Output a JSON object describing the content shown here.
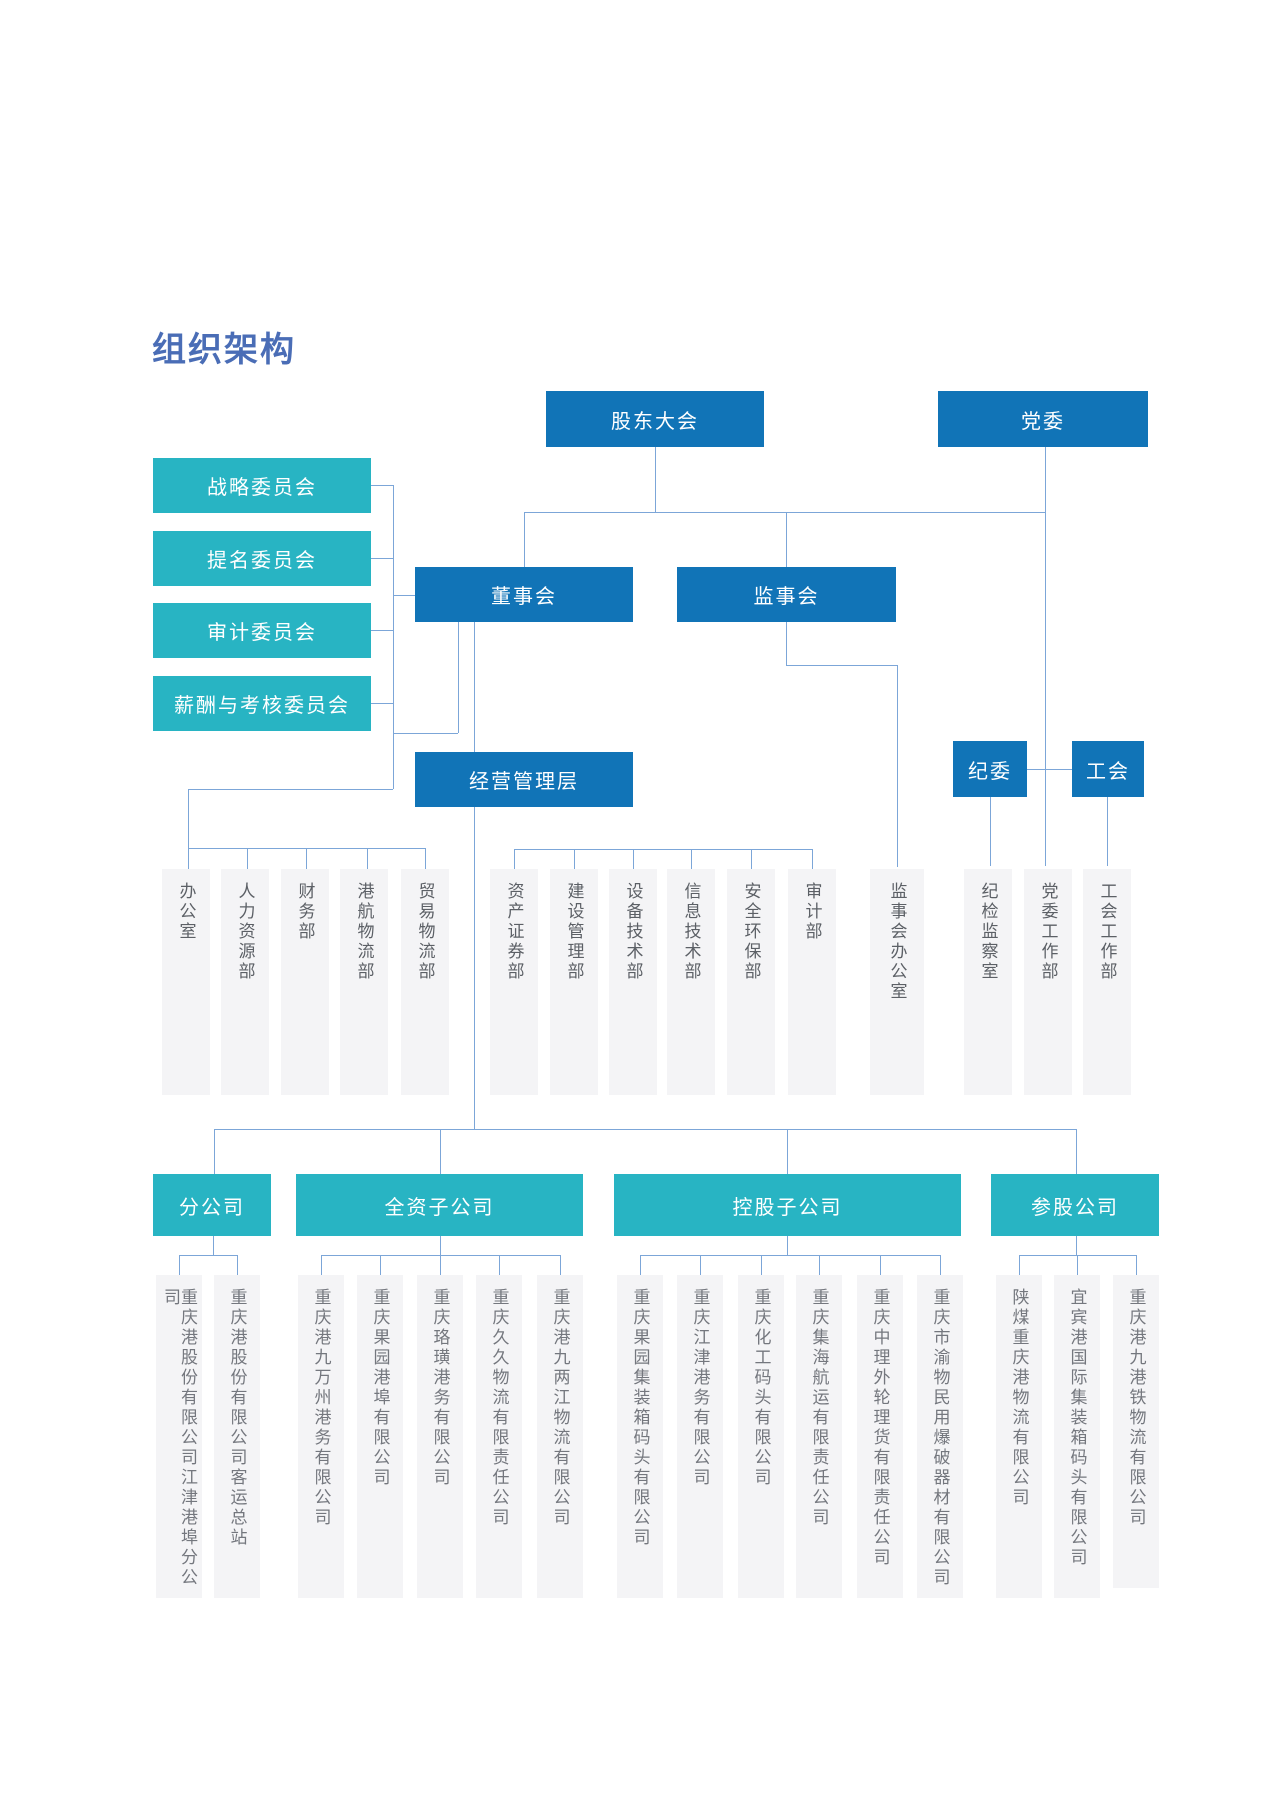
{
  "page": {
    "title": "组织架构"
  },
  "colors": {
    "box_dark_blue": "#1174b7",
    "box_teal": "#28b4c3",
    "line_blue": "#7ca6d8",
    "title_blue": "#4a6db6",
    "column_bg": "#f4f4f6",
    "dept_text": "#5c6066",
    "company_text": "#74777e"
  },
  "org": {
    "top": {
      "shareholders": "股东大会",
      "party": "党委"
    },
    "committees": [
      "战略委员会",
      "提名委员会",
      "审计委员会",
      "薪酬与考核委员会"
    ],
    "governance": {
      "board": "董事会",
      "supervisory": "监事会",
      "management": "经营管理层",
      "discipline": "纪委",
      "union": "工会"
    },
    "departments": {
      "management_left": [
        "办公室",
        "人力资源部",
        "财务部",
        "港航物流部",
        "贸易物流部"
      ],
      "management_right": [
        "资产证券部",
        "建设管理部",
        "设备技术部",
        "信息技术部",
        "安全环保部",
        "审计部"
      ],
      "supervisory_office": "监事会办公室",
      "party_offices": [
        "纪检监察室",
        "党委工作部",
        "工会工作部"
      ]
    },
    "company_groups": [
      {
        "label": "分公司",
        "companies": [
          "重庆港股份有限公司江津港埠分公司",
          "重庆港股份有限公司客运总站"
        ]
      },
      {
        "label": "全资子公司",
        "companies": [
          "重庆港九万州港务有限公司",
          "重庆果园港埠有限公司",
          "重庆珞璜港务有限公司",
          "重庆久久物流有限责任公司",
          "重庆港九两江物流有限公司"
        ]
      },
      {
        "label": "控股子公司",
        "companies": [
          "重庆果园集装箱码头有限公司",
          "重庆江津港务有限公司",
          "重庆化工码头有限公司",
          "重庆集海航运有限责任公司",
          "重庆中理外轮理货有限责任公司",
          "重庆市渝物民用爆破器材有限公司"
        ]
      },
      {
        "label": "参股公司",
        "companies": [
          "陕煤重庆港物流有限公司",
          "宜宾港国际集装箱码头有限公司",
          "重庆港九港铁物流有限公司"
        ]
      }
    ]
  }
}
